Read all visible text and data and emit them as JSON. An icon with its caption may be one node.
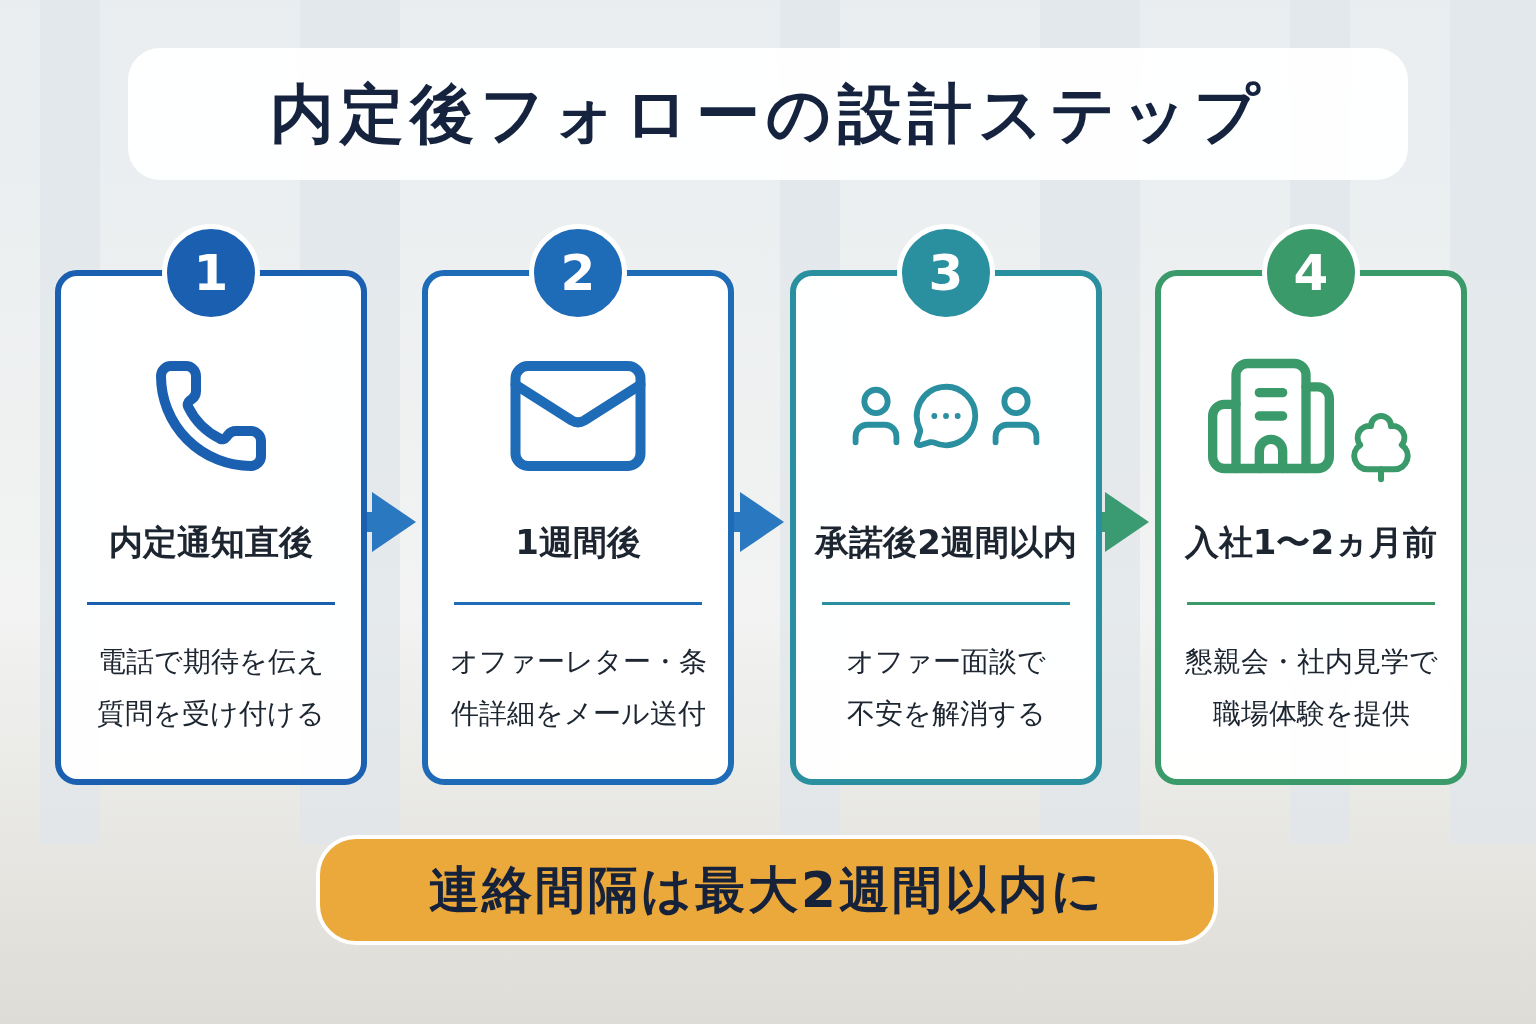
{
  "diagram": {
    "title": "内定後フォローの設計ステップ",
    "nodes": [
      {
        "text": [
          "1",
          "内定通知直後",
          "電話で期待を伝え質問を受け付ける"
        ]
      },
      {
        "text": [
          "2",
          "1週間後",
          "オファーレター・条件詳細をメール送付"
        ]
      },
      {
        "text": [
          "3",
          "承諾後2週間以内",
          "オファー面談で不安を解消する"
        ]
      },
      {
        "text": [
          "4",
          "入社1〜2ヵ月前",
          "懇親会・社内見学で職場体験を提供"
        ]
      },
      {
        "text": [
          "連絡間隔は最大2週間以内に"
        ]
      }
    ],
    "edges": [
      {
        "from": 0,
        "to": 1,
        "arrow": "to"
      },
      {
        "from": 1,
        "to": 2,
        "arrow": "to"
      },
      {
        "from": 2,
        "to": 3,
        "arrow": "to",
        "color": "#3a9a72"
      }
    ]
  }
}
